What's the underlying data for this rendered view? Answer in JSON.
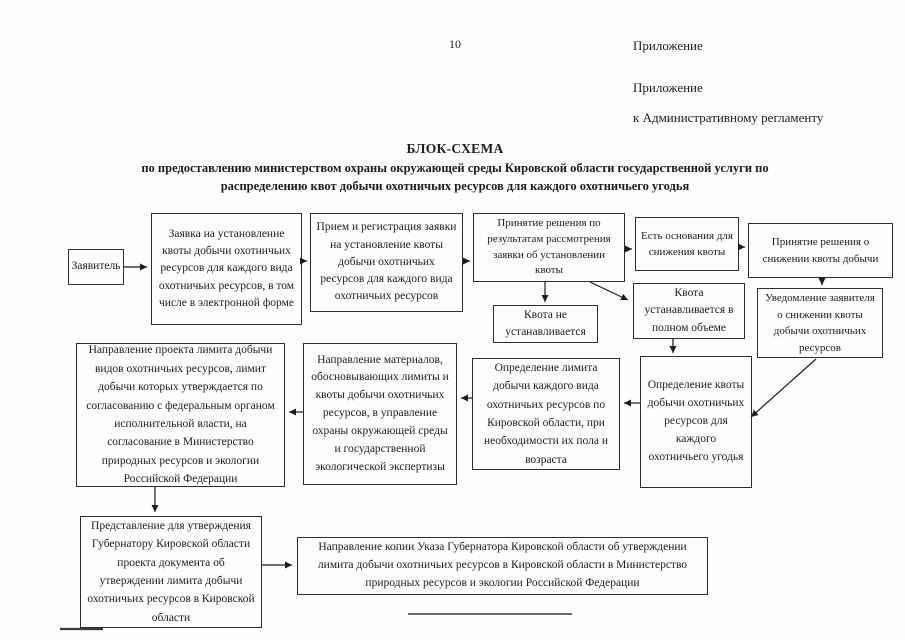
{
  "header": {
    "page_number": "10",
    "annotation_line1": "Приложение",
    "annotation_line2": "Приложение",
    "annotation_line3": "к Административному регламенту"
  },
  "title": {
    "heading": "БЛОК-СХЕМА",
    "subtitle_line1": "по предоставлению министерством охраны окружающей среды Кировской области государственной услуги по",
    "subtitle_line2": "распределению квот добычи охотничьих ресурсов для каждого охотничьего угодья"
  },
  "flowchart": {
    "nodes": {
      "applicant": "Заявитель",
      "application": "Заявка на установление квоты добычи охотничьих ресурсов для каждого вида охотничьих ресурсов, в том числе в электронной форме",
      "reception": "Прием и регистрация заявки на установление квоты добычи охотничьих ресурсов для каждого вида охотничьих ресурсов",
      "decision": "Принятие решения по результатам рассмотрения заявки об установлении квоты",
      "grounds_reduction": "Есть основания для снижения квоты",
      "decision_reduction": "Принятие решения о снижении квоты добычи",
      "quota_not_set": "Квота не устанавливается",
      "quota_full": "Квота устанавливается в полном объеме",
      "notification": "Уведомление заявителя о снижении квоты добычи охотничьих  ресурсов",
      "limit_project": "Направление проекта лимита добычи видов охотничьих ресурсов, лимит добычи которых утверждается по согласованию с федеральным органом исполнительной власти, на согласование в Министерство природных ресурсов и экологии Российской Федерации",
      "materials": "Направление материалов, обосновывающих лимиты и квоты добычи охотничьих ресурсов, в управление охраны окружающей среды и государственной экологической экспертизы",
      "limit_determination": "Определение лимита добычи каждого вида охотничьих ресурсов по Кировской области, при необходимости их пола и возраста",
      "quota_determination": "Определение квоты добычи охотничьих ресурсов для каждого охотничьего угодья",
      "governor_submission": "Представление для утверждения Губернатору Кировской области проекта документа об утверждении лимита добычи охотничьих ресурсов в Кировской области",
      "decree_copy": "Направление копии Указа Губернатора Кировской области об утверждении лимита добычи охотничьих ресурсов в Кировской области в Министерство природных ресурсов и экологии Российской Федерации"
    }
  },
  "colors": {
    "ink": "#1c1c1c",
    "border": "#2d2d2d",
    "paper": "#fefefd"
  }
}
